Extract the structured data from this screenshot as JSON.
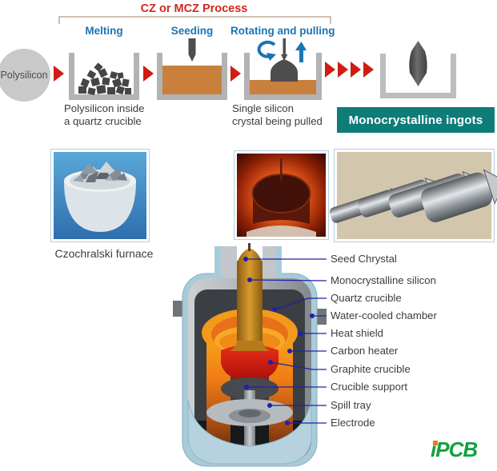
{
  "header": {
    "title": "CZ or MCZ Process",
    "steps": [
      {
        "label": "Melting"
      },
      {
        "label": "Seeding"
      },
      {
        "label": "Rotating and pulling"
      }
    ]
  },
  "flow": {
    "source_label": "Polysilicon",
    "caption_crucible": "Polysilicon inside\na quartz crucible",
    "caption_crystal": "Single silicon\ncrystal being pulled",
    "result_badge": "Monocrystalline ingots",
    "icons": {
      "flow_arrow": "right-triangle ▶",
      "rotate": "counterclockwise-arrow ⟲",
      "pull_up": "up-arrow ↑"
    }
  },
  "photos": {
    "furnace_caption": "Czochralski furnace"
  },
  "cutaway": {
    "labels": [
      {
        "text": "Seed Chrystal"
      },
      {
        "text": "Monocrystalline silicon"
      },
      {
        "text": "Quartz crucible"
      },
      {
        "text": "Water-cooled chamber"
      },
      {
        "text": "Heat shield"
      },
      {
        "text": "Carbon heater"
      },
      {
        "text": "Graphite crucible"
      },
      {
        "text": "Crucible support"
      },
      {
        "text": "Spill tray"
      },
      {
        "text": "Electrode"
      }
    ]
  },
  "logo": {
    "text": "iPCB"
  },
  "colors": {
    "accent_red": "#cf1d12",
    "title_red": "#d2281e",
    "step_blue": "#1b74b4",
    "badge_teal": "#0e7c78",
    "melt_orange": "#c8803c",
    "crucible_gray": "#b3b3b3",
    "logo_green": "#12a03c",
    "leader_blue": "#2020a8"
  }
}
